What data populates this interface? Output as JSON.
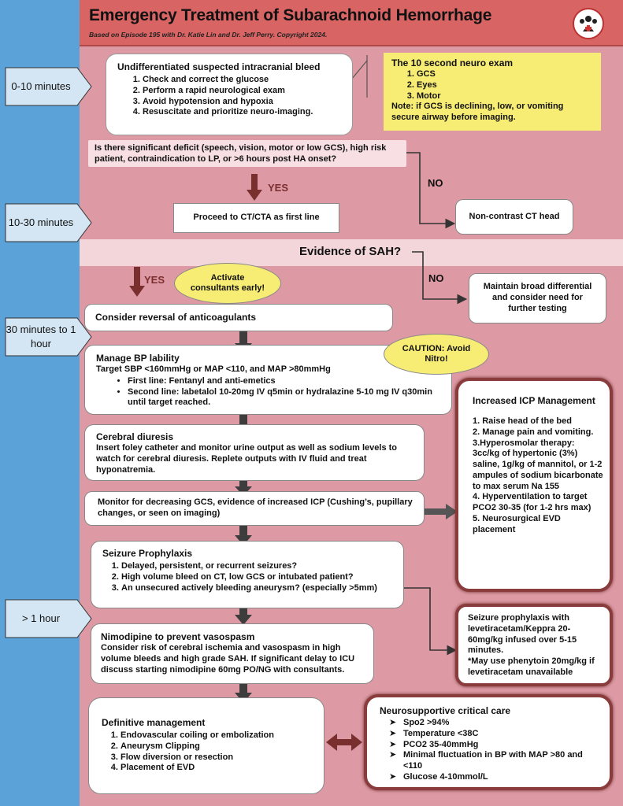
{
  "header": {
    "title": "Emergency Treatment of Subarachnoid Hemorrhage",
    "subtitle": "Based on Episode 195 with Dr. Katie Lin and Dr. Jeff Perry. Copyright 2024."
  },
  "timeline": [
    "0-10 minutes",
    "10-30 minutes",
    "30 minutes to 1 hour",
    "> 1 hour"
  ],
  "undiff": {
    "title": "Undifferentiated suspected intracranial bleed",
    "items": [
      "Check and correct the glucose",
      "Perform a rapid neurological exam",
      "Avoid hypotension and hypoxia",
      "Resuscitate and prioritize neuro-imaging."
    ]
  },
  "neuro_exam": {
    "title": "The 10 second neuro exam",
    "items": [
      "GCS",
      "Eyes",
      "Motor"
    ],
    "note": "Note: if GCS is declining, low, or vomiting secure airway before imaging."
  },
  "q_deficit": "Is there significant deficit (speech, vision, motor or low GCS), high risk patient, contraindication to LP, or >6 hours post HA onset?",
  "yes1": "YES",
  "no1": "NO",
  "ct_first": "Proceed to CT/CTA as first line",
  "noncontrast": "Non-contrast CT head",
  "evidence_sah": "Evidence of SAH?",
  "yes2": "YES",
  "no2": "NO",
  "activate": "Activate consultants early!",
  "maintain": "Maintain broad differential and consider need for further testing",
  "reversal": "Consider reversal of anticoagulants",
  "bp": {
    "title": "Manage BP lability",
    "target": "Target SBP <160mmHg or MAP <110, and MAP >80mmHg",
    "items": [
      "First line: Fentanyl and anti-emetics",
      "Second line: labetalol 10-20mg IV q5min or hydralazine 5-10 mg IV q30min until target reached."
    ]
  },
  "caution": "CAUTION: Avoid Nitro!",
  "diuresis": {
    "title": "Cerebral diuresis",
    "text": "Insert foley catheter and monitor urine output as well as sodium levels to watch for cerebral diuresis. Replete outputs with IV fluid and treat hyponatremia."
  },
  "monitor": "Monitor for decreasing GCS, evidence of increased ICP (Cushing’s, pupillary changes, or seen on imaging)",
  "icp": {
    "title": "Increased ICP Management",
    "items": [
      "1. Raise head of the bed",
      "2. Manage pain and vomiting.",
      "3.Hyperosmolar therapy: 3cc/kg of hypertonic (3%) saline, 1g/kg of mannitol, or 1-2 ampules of sodium bicarbonate to max serum Na 155",
      "4. Hyperventilation to target PCO2 30-35 (for 1-2 hrs max)",
      "5. Neurosurgical EVD placement"
    ]
  },
  "seizure": {
    "title": "Seizure Prophylaxis",
    "items": [
      "Delayed, persistent, or recurrent seizures?",
      "High volume bleed on CT, low GCS or intubated patient?",
      "An unsecured actively bleeding aneurysm?  (especially >5mm)"
    ]
  },
  "seizure_tx": {
    "text": "Seizure prophylaxis with levetiracetam/Keppra 20-60mg/kg infused over 5-15 minutes.",
    "note": "*May use phenytoin 20mg/kg if levetiracetam unavailable"
  },
  "nimodipine": {
    "title": "Nimodipine to prevent vasospasm",
    "text": "Consider risk of cerebral ischemia and vasospasm in high volume bleeds and high grade SAH. If significant delay to ICU discuss starting nimodipine 60mg PO/NG with consultants."
  },
  "definitive": {
    "title": "Definitive management",
    "items": [
      "Endovascular coiling or embolization",
      "Aneurysm Clipping",
      "Flow diversion or resection",
      "Placement of EVD"
    ]
  },
  "neurosupport": {
    "title": "Neurosupportive critical care",
    "items": [
      "Spo2 >94%",
      "Temperature <38C",
      "PCO2 35-40mmHg",
      "Minimal fluctuation in BP with MAP >80 and <110",
      "Glucose 4-10mmol/L"
    ]
  },
  "colors": {
    "sidebar": "#5aa2d8",
    "header": "#d96464",
    "background": "#de9aa4",
    "arrow": "#7a2f2f",
    "note": "#f7ec74",
    "band": "#f2d6da"
  },
  "icons": {
    "logo": "team-logo-icon",
    "arrow": "down-arrow-icon",
    "bullet": "arrowhead-bullet-icon"
  }
}
